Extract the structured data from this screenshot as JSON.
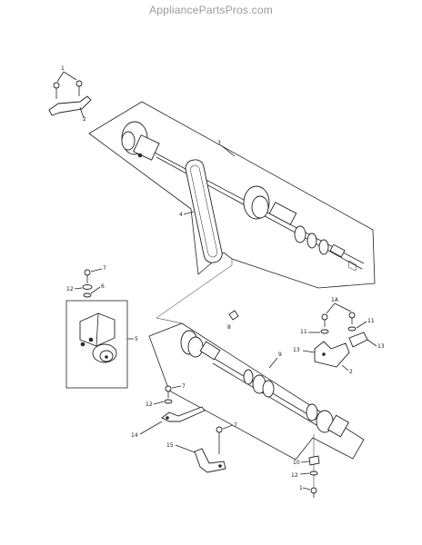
{
  "watermark": "AppliancePartsPros.com",
  "callouts": {
    "c_1_top": "1",
    "c_2_top": "2",
    "c_3": "3",
    "c_4": "4",
    "c_7_a": "7",
    "c_12_a": "12",
    "c_6": "6",
    "c_5": "5",
    "c_8": "8",
    "c_9": "9",
    "c_1A": "1A",
    "c_11_l": "11",
    "c_11_r": "11",
    "c_13_l": "13",
    "c_13_r": "13",
    "c_2_r": "2",
    "c_7_b": "7",
    "c_12_b": "12",
    "c_14": "14",
    "c_7_c": "7",
    "c_15": "15",
    "c_10": "10",
    "c_12_c": "12",
    "c_1_bot": "1"
  }
}
